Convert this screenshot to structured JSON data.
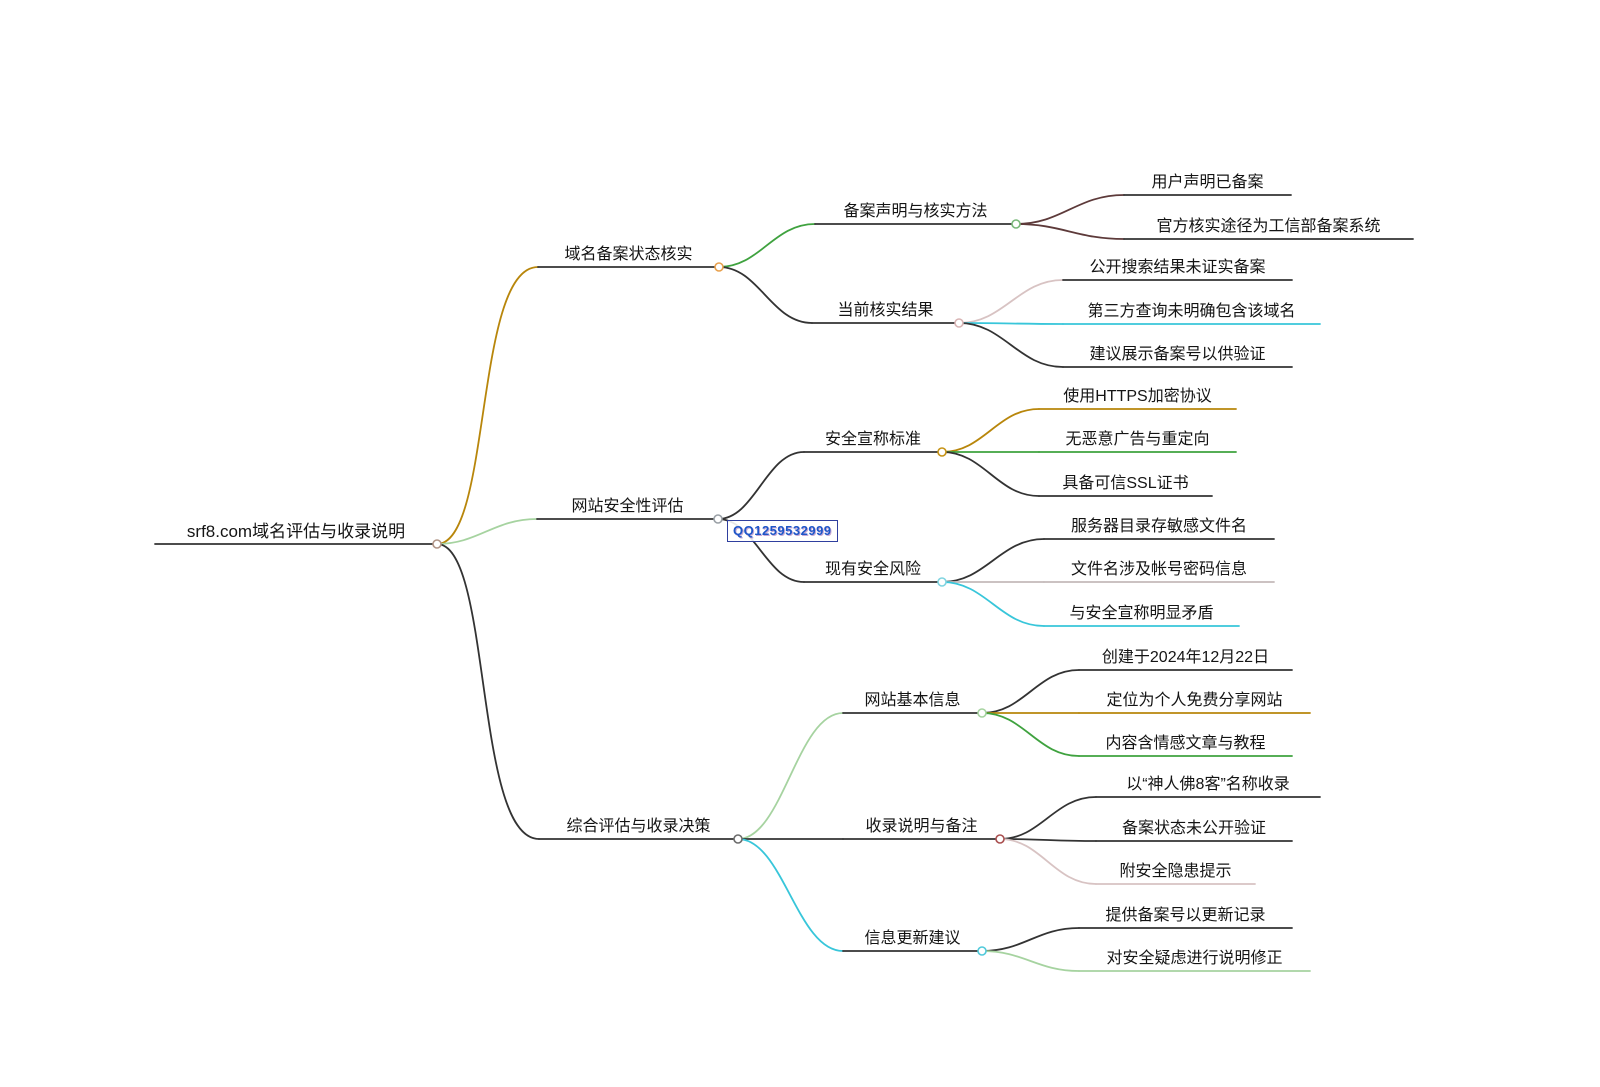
{
  "watermark": {
    "text": "QQ1259532999"
  },
  "colors": {
    "edge_black": "#333333",
    "edge_olive": "#b8860b",
    "edge_green": "#3fa23f",
    "edge_lightgreen": "#a6d3a0",
    "edge_cyan": "#38c6da",
    "edge_maroon": "#5d3a3a",
    "edge_pinkgray": "#d8c3c3",
    "edge_gray": "#c4baba",
    "dot_orange": "#e8a04c",
    "dot_darkred": "#a94e4e"
  },
  "mindmap": {
    "root": {
      "label": "srf8.com域名评估与收录说明"
    },
    "branches": [
      {
        "label": "域名备案状态核实",
        "children": [
          {
            "label": "备案声明与核实方法",
            "children": [
              {
                "label": "用户声明已备案"
              },
              {
                "label": "官方核实途径为工信部备案系统"
              }
            ]
          },
          {
            "label": "当前核实结果",
            "children": [
              {
                "label": "公开搜索结果未证实备案"
              },
              {
                "label": "第三方查询未明确包含该域名"
              },
              {
                "label": "建议展示备案号以供验证"
              }
            ]
          }
        ]
      },
      {
        "label": "网站安全性评估",
        "children": [
          {
            "label": "安全宣称标准",
            "children": [
              {
                "label": "使用HTTPS加密协议"
              },
              {
                "label": "无恶意广告与重定向"
              },
              {
                "label": "具备可信SSL证书"
              }
            ]
          },
          {
            "label": "现有安全风险",
            "children": [
              {
                "label": "服务器目录存敏感文件名"
              },
              {
                "label": "文件名涉及帐号密码信息"
              },
              {
                "label": "与安全宣称明显矛盾"
              }
            ]
          }
        ]
      },
      {
        "label": "综合评估与收录决策",
        "children": [
          {
            "label": "网站基本信息",
            "children": [
              {
                "label": "创建于2024年12月22日"
              },
              {
                "label": "定位为个人免费分享网站"
              },
              {
                "label": "内容含情感文章与教程"
              }
            ]
          },
          {
            "label": "收录说明与备注",
            "children": [
              {
                "label": "以“神人佛8客”名称收录"
              },
              {
                "label": "备案状态未公开验证"
              },
              {
                "label": "附安全隐患提示"
              }
            ]
          },
          {
            "label": "信息更新建议",
            "children": [
              {
                "label": "提供备案号以更新记录"
              },
              {
                "label": "对安全疑虑进行说明修正"
              }
            ]
          }
        ]
      }
    ]
  }
}
